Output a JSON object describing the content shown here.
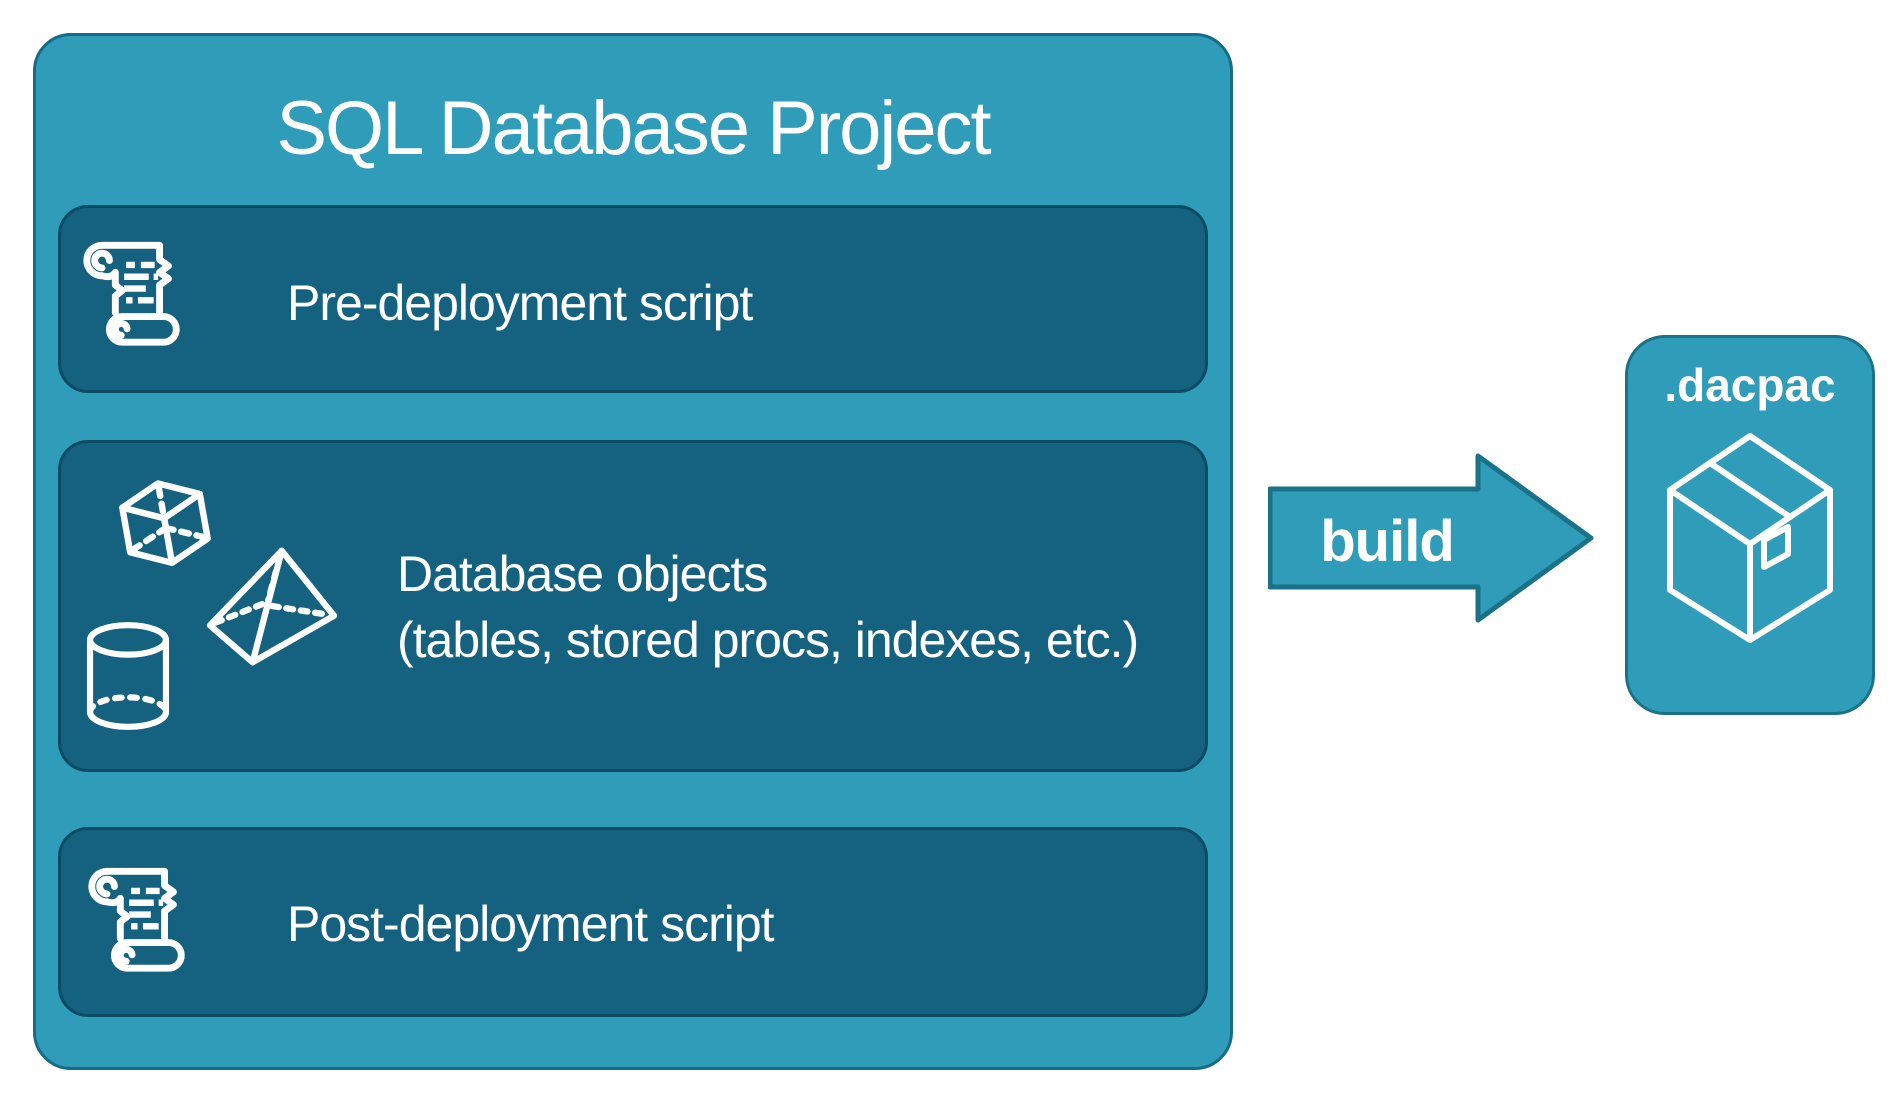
{
  "project": {
    "title": "SQL Database Project",
    "boxes": [
      {
        "label": "Pre-deployment script",
        "icon": "scroll-icon"
      },
      {
        "label_line1": "Database objects",
        "label_line2": "(tables, stored procs, indexes, etc.)",
        "icons": [
          "cube-icon",
          "pyramid-icon",
          "cylinder-icon"
        ]
      },
      {
        "label": "Post-deployment script",
        "icon": "scroll-icon"
      }
    ]
  },
  "flow": {
    "arrow_label": "build",
    "arrow_direction": "right"
  },
  "artifact": {
    "label": ".dacpac",
    "icon": "package-icon"
  },
  "colors": {
    "teal": "#2F9DB9",
    "teal_border": "#1A7288",
    "outer_border": "#146C88",
    "panel": "#156180",
    "panel_border": "#0C4B64",
    "text": "#FFFFFF",
    "page_bg": "#FFFFFF"
  }
}
